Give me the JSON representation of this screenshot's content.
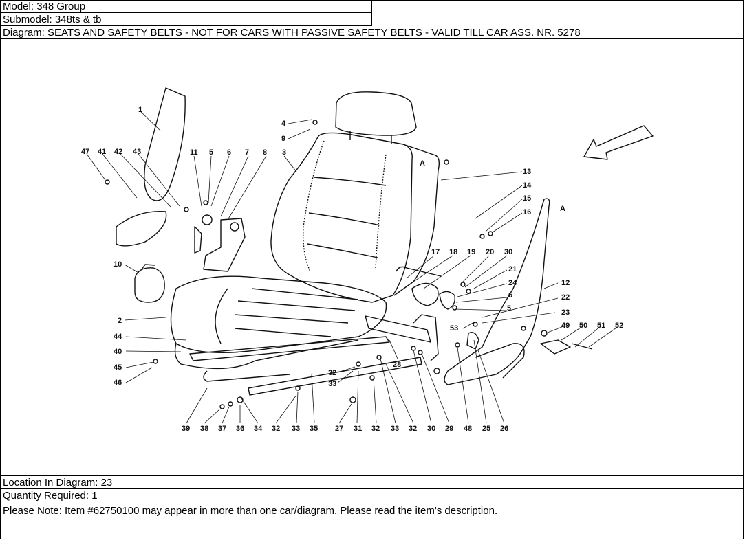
{
  "header": {
    "model": "Model: 348 Group",
    "submodel": "Submodel: 348ts & tb",
    "diagram": "Diagram: SEATS AND SAFETY BELTS - NOT FOR CARS WITH PASSIVE SAFETY BELTS - VALID TILL CAR ASS. NR. 5278"
  },
  "footer": {
    "location": "Location In Diagram: 23",
    "quantity": "Quantity Required: 1",
    "note": "Please Note: Item #62750100 may appear in more than one car/diagram. Please read the item's description."
  },
  "callouts": {
    "c1": "1",
    "c2": "2",
    "c3": "3",
    "c4": "4",
    "c5": "5",
    "c5b": "5",
    "c6": "6",
    "c6b": "6",
    "c7": "7",
    "c8": "8",
    "c9": "9",
    "c10": "10",
    "c11": "11",
    "c12": "12",
    "c13": "13",
    "c14": "14",
    "c15": "15",
    "c16": "16",
    "c17": "17",
    "c18": "18",
    "c19": "19",
    "c20": "20",
    "c21": "21",
    "c22": "22",
    "c23": "23",
    "c24": "24",
    "c25": "25",
    "c26": "26",
    "c27": "27",
    "c28": "28",
    "c29": "29",
    "c30": "30",
    "c30b": "30",
    "c31": "31",
    "c32a": "32",
    "c32b": "32",
    "c32c": "32",
    "c32d": "32",
    "c33a": "33",
    "c33b": "33",
    "c33c": "33",
    "c34": "34",
    "c35": "35",
    "c36": "36",
    "c37": "37",
    "c38": "38",
    "c39": "39",
    "c40": "40",
    "c41": "41",
    "c42": "42",
    "c43": "43",
    "c44": "44",
    "c45": "45",
    "c46": "46",
    "c47": "47",
    "c48": "48",
    "c49": "49",
    "c50": "50",
    "c51": "51",
    "c52": "52",
    "c53": "53",
    "cA1": "A",
    "cA2": "A"
  }
}
